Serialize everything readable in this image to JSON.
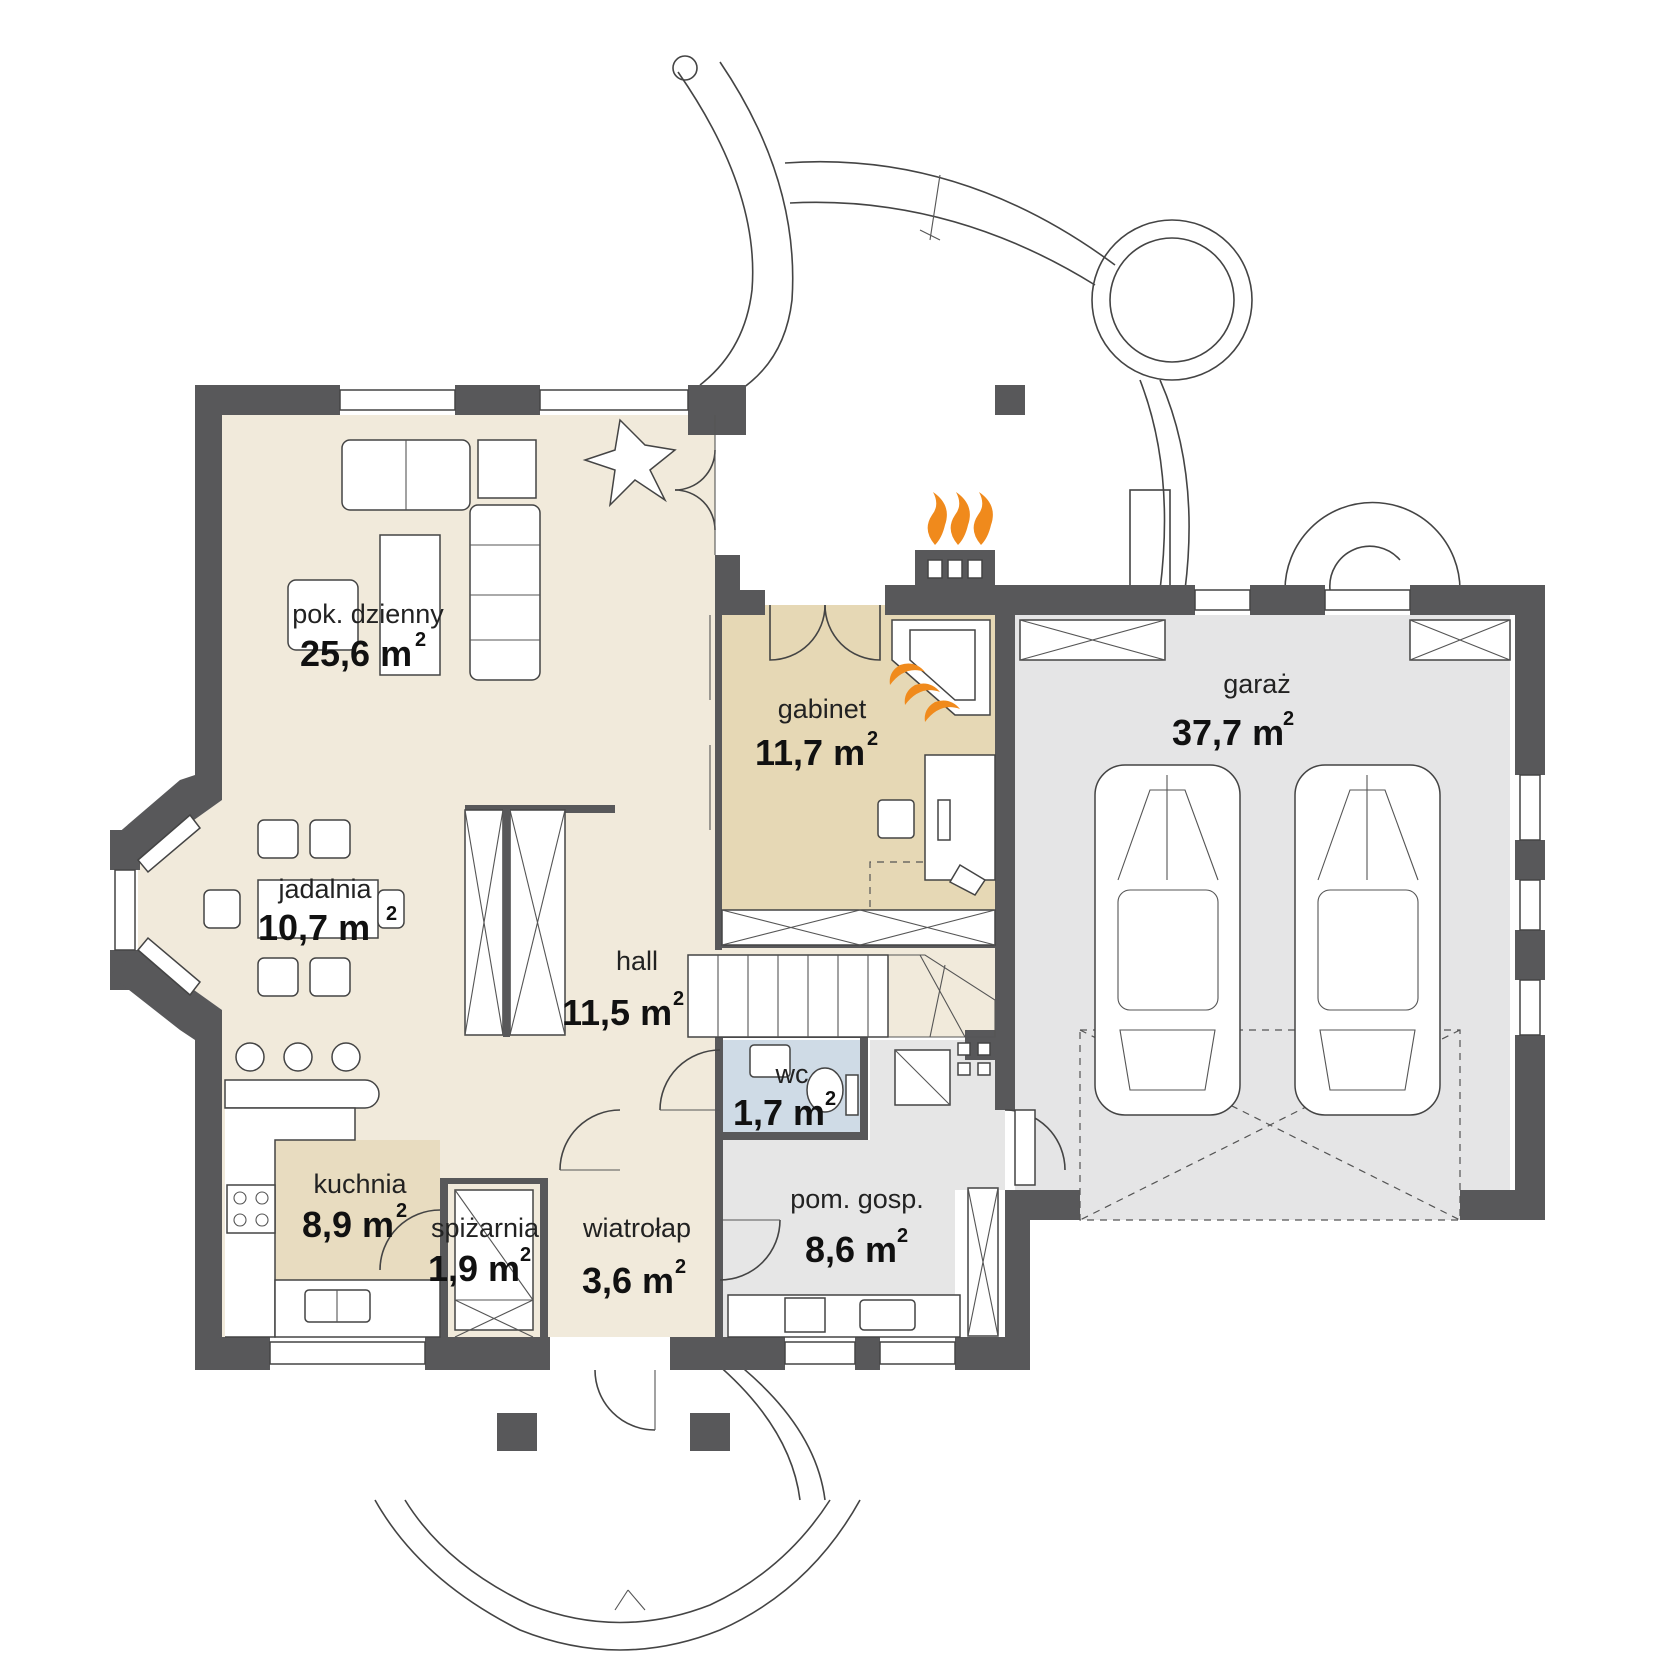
{
  "colors": {
    "wall": "#58585a",
    "living": "#f1eadb",
    "office": "#e6d8b5",
    "garage": "#e5e5e6",
    "utility": "#e6e6e6",
    "wc": "#cfdbe6",
    "kitchen_floor": "#e8dcc0",
    "flame": "#f08a1c"
  },
  "rooms": [
    {
      "id": "pok-dzienny",
      "name": "pok. dzienny",
      "area": "25,6 m",
      "unit_sup": "2"
    },
    {
      "id": "jadalnia",
      "name": "jadalnia",
      "area": "10,7 m",
      "unit_sup": "2"
    },
    {
      "id": "kuchnia",
      "name": "kuchnia",
      "area": "8,9 m",
      "unit_sup": "2"
    },
    {
      "id": "spizarnia",
      "name": "spiżarnia",
      "area": "1,9 m",
      "unit_sup": "2"
    },
    {
      "id": "wiatrolap",
      "name": "wiatrołap",
      "area": "3,6 m",
      "unit_sup": "2"
    },
    {
      "id": "hall",
      "name": "hall",
      "area": "11,5 m",
      "unit_sup": "2"
    },
    {
      "id": "wc",
      "name": "wc",
      "area": "1,7 m",
      "unit_sup": "2"
    },
    {
      "id": "gabinet",
      "name": "gabinet",
      "area": "11,7 m",
      "unit_sup": "2"
    },
    {
      "id": "pom-gosp",
      "name": "pom. gosp.",
      "area": "8,6 m",
      "unit_sup": "2"
    },
    {
      "id": "garaz",
      "name": "garaż",
      "area": "37,7 m",
      "unit_sup": "2"
    }
  ]
}
